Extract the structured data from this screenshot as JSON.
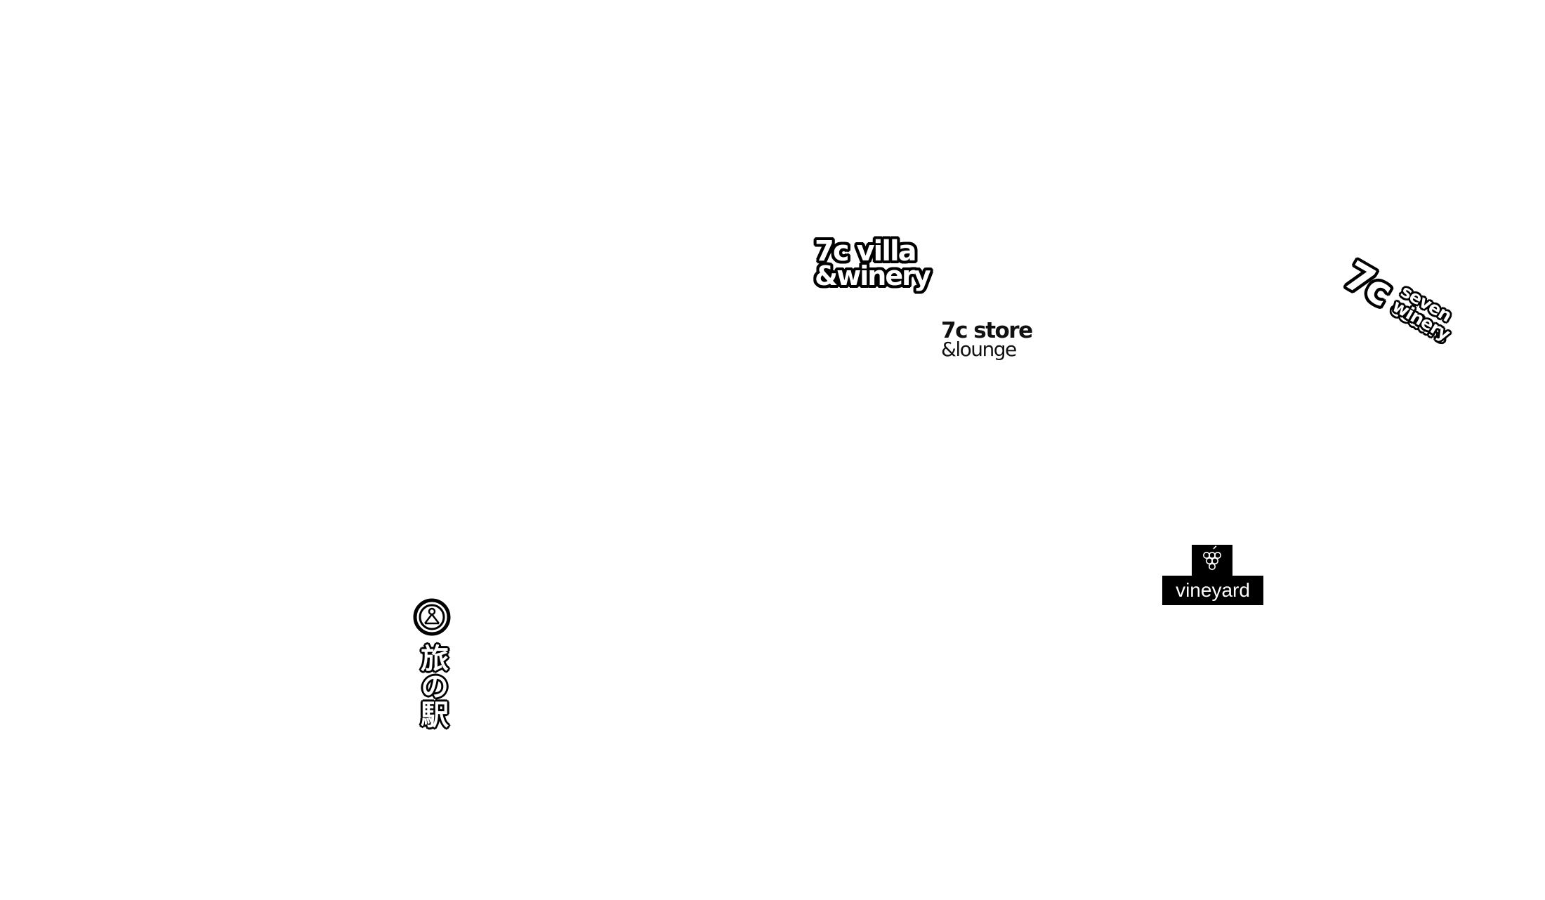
{
  "map": {
    "background_color": "#ffffff",
    "labels": {
      "villa": {
        "line1": "7c villa",
        "line2": "&winery"
      },
      "store": {
        "line1": "7c store",
        "line2": "&lounge"
      },
      "cedars": {
        "logo": "7c",
        "line1": "seven cedars",
        "line2": "winery"
      },
      "vineyard": {
        "text": "vineyard",
        "icon": "grape-icon"
      },
      "tabi": {
        "text": "旅の駅",
        "icon": "emblem-icon"
      }
    }
  }
}
